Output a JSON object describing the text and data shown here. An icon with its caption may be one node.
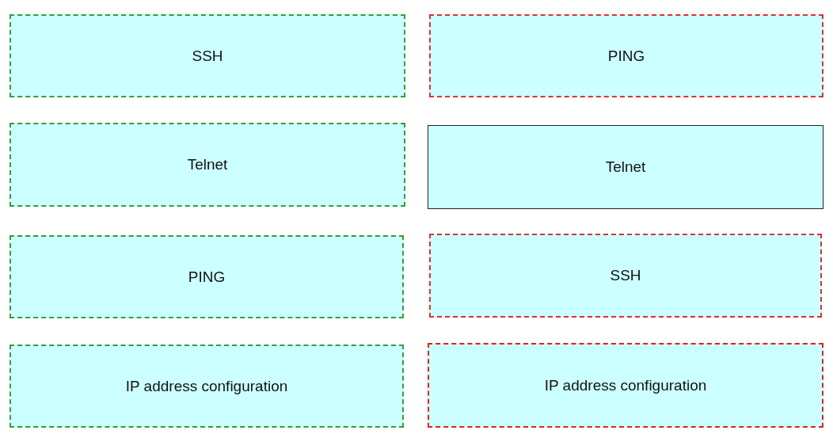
{
  "diagram": {
    "nodes": [
      {
        "text": [
          "SSH"
        ]
      },
      {
        "text": [
          "PING"
        ]
      },
      {
        "text": [
          "Telnet"
        ]
      },
      {
        "text": [
          "Telnet"
        ]
      },
      {
        "text": [
          "PING"
        ]
      },
      {
        "text": [
          "SSH"
        ]
      },
      {
        "text": [
          "IP address configuration"
        ]
      },
      {
        "text": [
          "IP address configuration"
        ]
      }
    ]
  }
}
